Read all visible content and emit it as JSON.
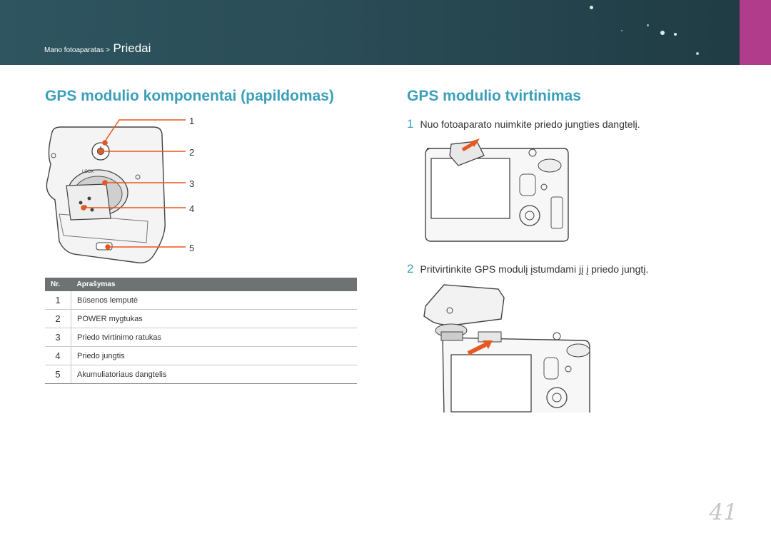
{
  "header": {
    "breadcrumb_small": "Mano fotoaparatas >",
    "breadcrumb_big": "Priedai"
  },
  "left": {
    "title": "GPS modulio komponentai (papildomas)",
    "callouts": [
      "1",
      "2",
      "3",
      "4",
      "5"
    ],
    "table": {
      "headers": [
        "Nr.",
        "Aprašymas"
      ],
      "rows": [
        {
          "nr": "1",
          "desc": "Būsenos lemputė"
        },
        {
          "nr": "2",
          "desc": "POWER mygtukas"
        },
        {
          "nr": "3",
          "desc": "Priedo tvirtinimo ratukas"
        },
        {
          "nr": "4",
          "desc": "Priedo jungtis"
        },
        {
          "nr": "5",
          "desc": "Akumuliatoriaus dangtelis"
        }
      ]
    },
    "lock_label": "LOCK"
  },
  "right": {
    "title": "GPS modulio tvirtinimas",
    "steps": [
      {
        "n": "1",
        "text": "Nuo fotoaparato nuimkite priedo jungties dangtelį."
      },
      {
        "n": "2",
        "text": "Pritvirtinkite GPS modulį įstumdami jį į priedo jungtį."
      }
    ]
  },
  "page_number": "41",
  "colors": {
    "accent": "#3b9fb9",
    "callout": "#e8571f",
    "header": "#2a4c56",
    "tab": "#b23c8c"
  }
}
